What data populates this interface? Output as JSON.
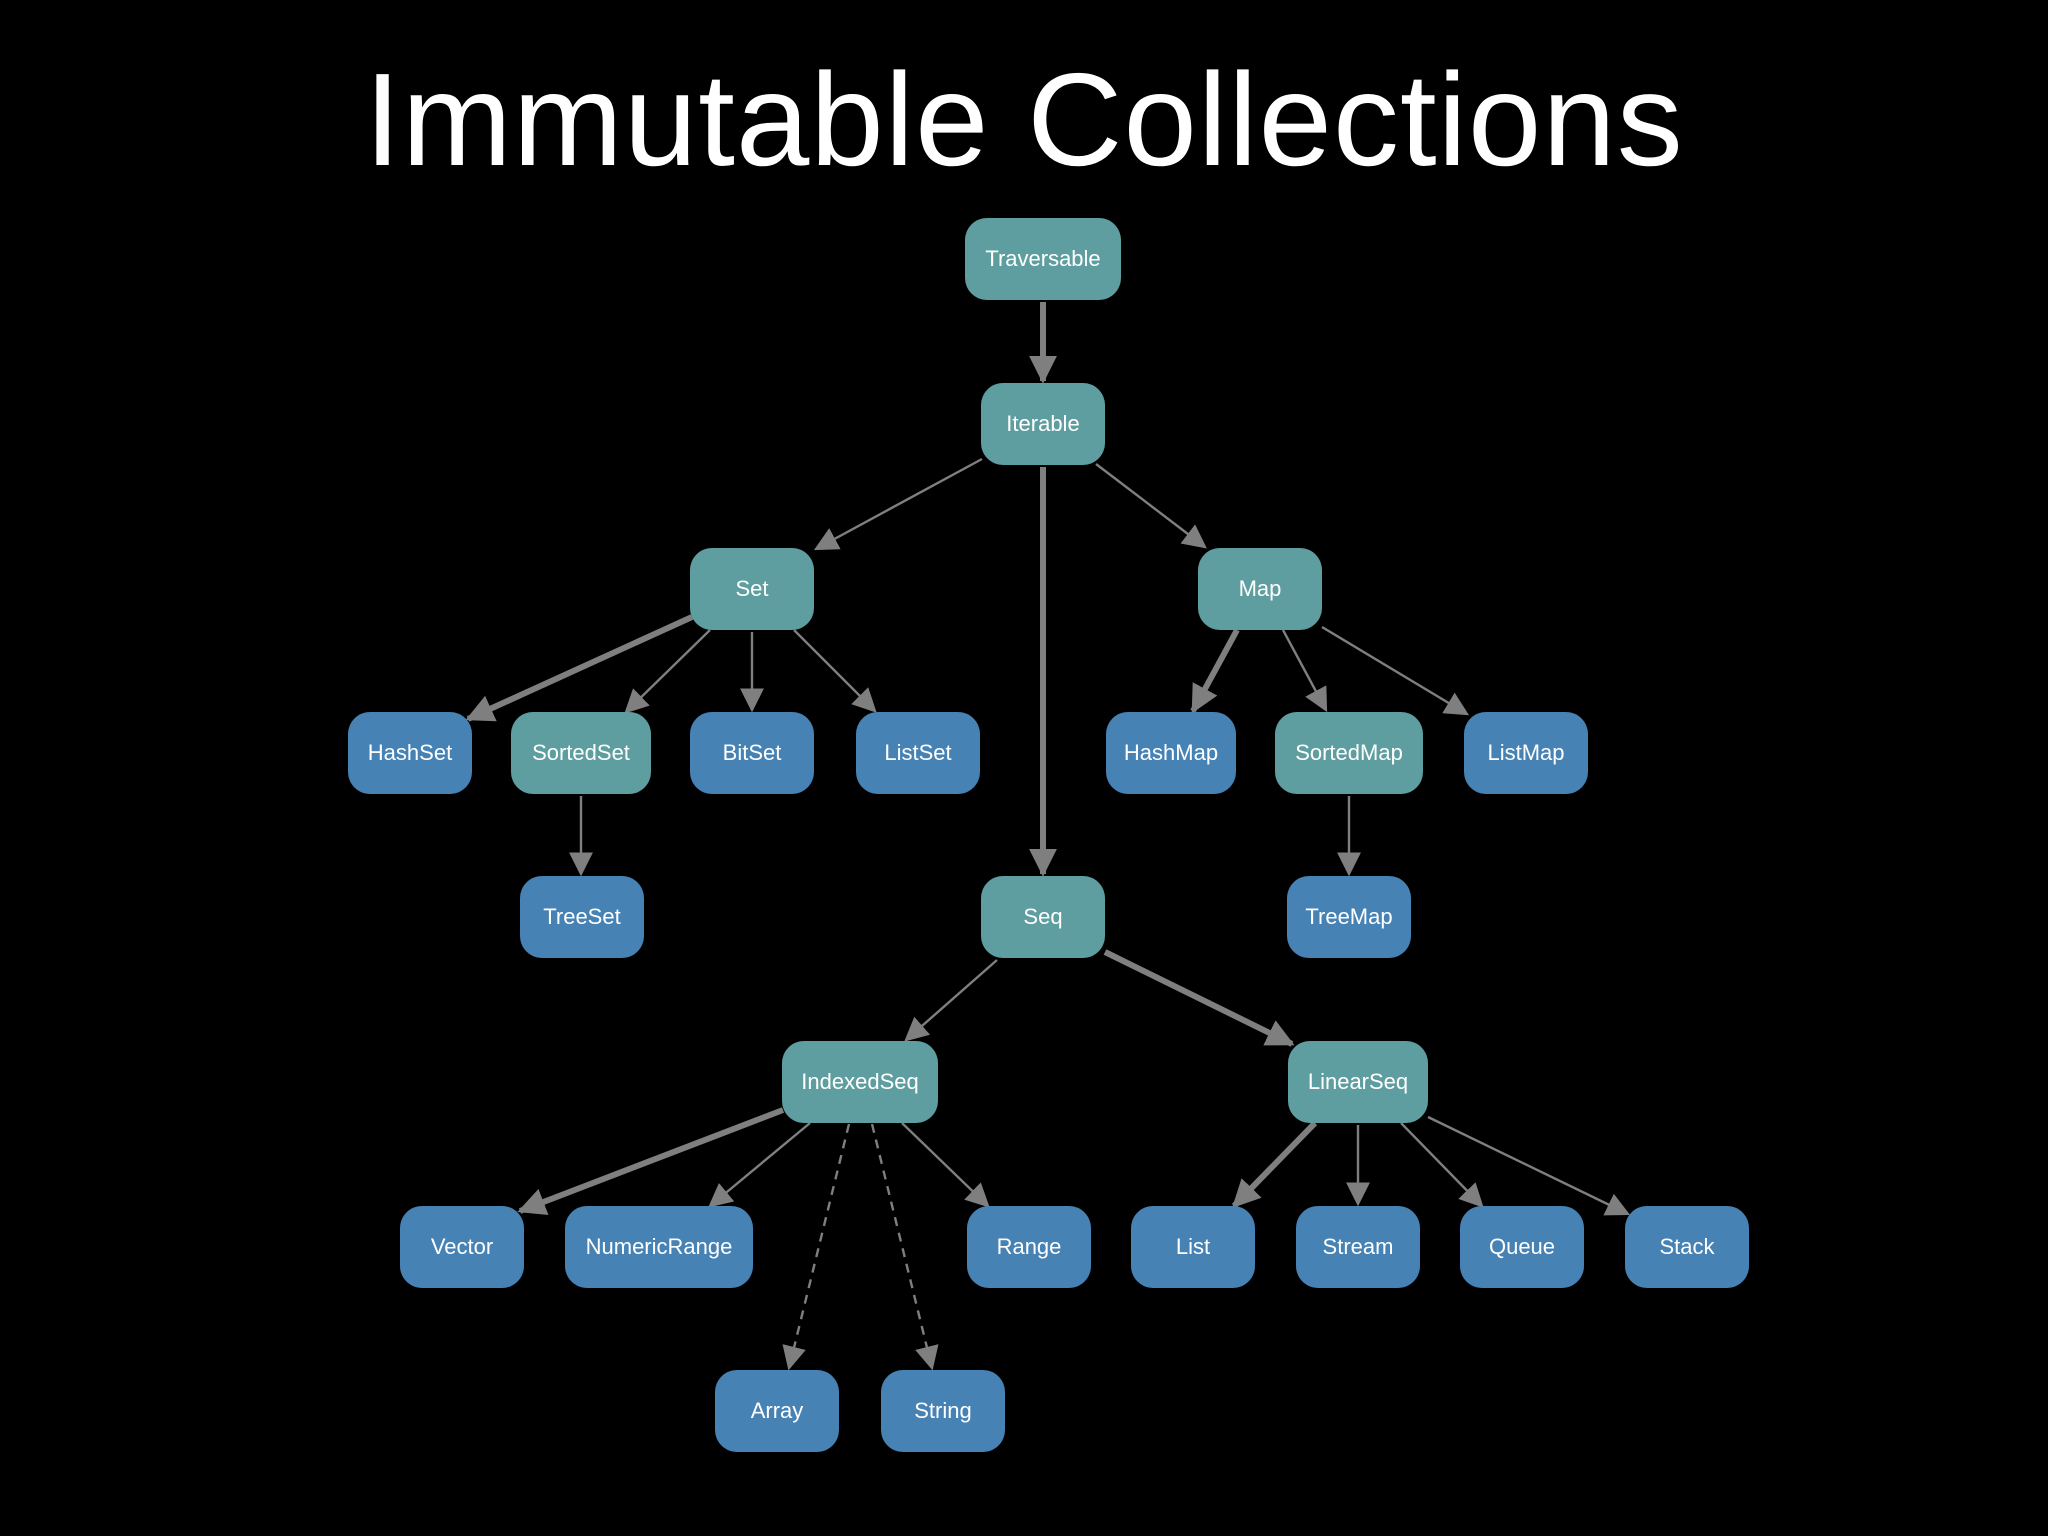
{
  "title": "Immutable Collections",
  "colors": {
    "background": "#000000",
    "trait_fill": "#5f9ea0",
    "class_fill": "#4682b4",
    "edge": "#7f7f7f",
    "text": "#ffffff"
  },
  "nodes": [
    {
      "id": "traversable",
      "label": "Traversable",
      "kind": "trait"
    },
    {
      "id": "iterable",
      "label": "Iterable",
      "kind": "trait"
    },
    {
      "id": "set",
      "label": "Set",
      "kind": "trait"
    },
    {
      "id": "map",
      "label": "Map",
      "kind": "trait"
    },
    {
      "id": "seq",
      "label": "Seq",
      "kind": "trait"
    },
    {
      "id": "hashset",
      "label": "HashSet",
      "kind": "class"
    },
    {
      "id": "sortedset",
      "label": "SortedSet",
      "kind": "trait"
    },
    {
      "id": "bitset",
      "label": "BitSet",
      "kind": "class"
    },
    {
      "id": "listset",
      "label": "ListSet",
      "kind": "class"
    },
    {
      "id": "hashmap",
      "label": "HashMap",
      "kind": "class"
    },
    {
      "id": "sortedmap",
      "label": "SortedMap",
      "kind": "trait"
    },
    {
      "id": "listmap",
      "label": "ListMap",
      "kind": "class"
    },
    {
      "id": "treeset",
      "label": "TreeSet",
      "kind": "class"
    },
    {
      "id": "treemap",
      "label": "TreeMap",
      "kind": "class"
    },
    {
      "id": "indexedseq",
      "label": "IndexedSeq",
      "kind": "trait"
    },
    {
      "id": "linearseq",
      "label": "LinearSeq",
      "kind": "trait"
    },
    {
      "id": "vector",
      "label": "Vector",
      "kind": "class"
    },
    {
      "id": "numericrange",
      "label": "NumericRange",
      "kind": "class"
    },
    {
      "id": "range",
      "label": "Range",
      "kind": "class"
    },
    {
      "id": "list",
      "label": "List",
      "kind": "class"
    },
    {
      "id": "stream",
      "label": "Stream",
      "kind": "class"
    },
    {
      "id": "queue",
      "label": "Queue",
      "kind": "class"
    },
    {
      "id": "stack",
      "label": "Stack",
      "kind": "class"
    },
    {
      "id": "array",
      "label": "Array",
      "kind": "class"
    },
    {
      "id": "string",
      "label": "String",
      "kind": "class"
    }
  ],
  "edges": [
    {
      "from": "traversable",
      "to": "iterable",
      "style": "bold"
    },
    {
      "from": "iterable",
      "to": "set",
      "style": "solid"
    },
    {
      "from": "iterable",
      "to": "map",
      "style": "solid"
    },
    {
      "from": "iterable",
      "to": "seq",
      "style": "bold"
    },
    {
      "from": "set",
      "to": "hashset",
      "style": "bold"
    },
    {
      "from": "set",
      "to": "sortedset",
      "style": "solid"
    },
    {
      "from": "set",
      "to": "bitset",
      "style": "solid"
    },
    {
      "from": "set",
      "to": "listset",
      "style": "solid"
    },
    {
      "from": "map",
      "to": "hashmap",
      "style": "bold"
    },
    {
      "from": "map",
      "to": "sortedmap",
      "style": "solid"
    },
    {
      "from": "map",
      "to": "listmap",
      "style": "solid"
    },
    {
      "from": "sortedset",
      "to": "treeset",
      "style": "solid"
    },
    {
      "from": "sortedmap",
      "to": "treemap",
      "style": "solid"
    },
    {
      "from": "seq",
      "to": "indexedseq",
      "style": "solid"
    },
    {
      "from": "seq",
      "to": "linearseq",
      "style": "bold"
    },
    {
      "from": "indexedseq",
      "to": "vector",
      "style": "bold"
    },
    {
      "from": "indexedseq",
      "to": "numericrange",
      "style": "solid"
    },
    {
      "from": "indexedseq",
      "to": "range",
      "style": "solid"
    },
    {
      "from": "indexedseq",
      "to": "array",
      "style": "dashed"
    },
    {
      "from": "indexedseq",
      "to": "string",
      "style": "dashed"
    },
    {
      "from": "linearseq",
      "to": "list",
      "style": "bold"
    },
    {
      "from": "linearseq",
      "to": "stream",
      "style": "solid"
    },
    {
      "from": "linearseq",
      "to": "queue",
      "style": "solid"
    },
    {
      "from": "linearseq",
      "to": "stack",
      "style": "solid"
    }
  ]
}
